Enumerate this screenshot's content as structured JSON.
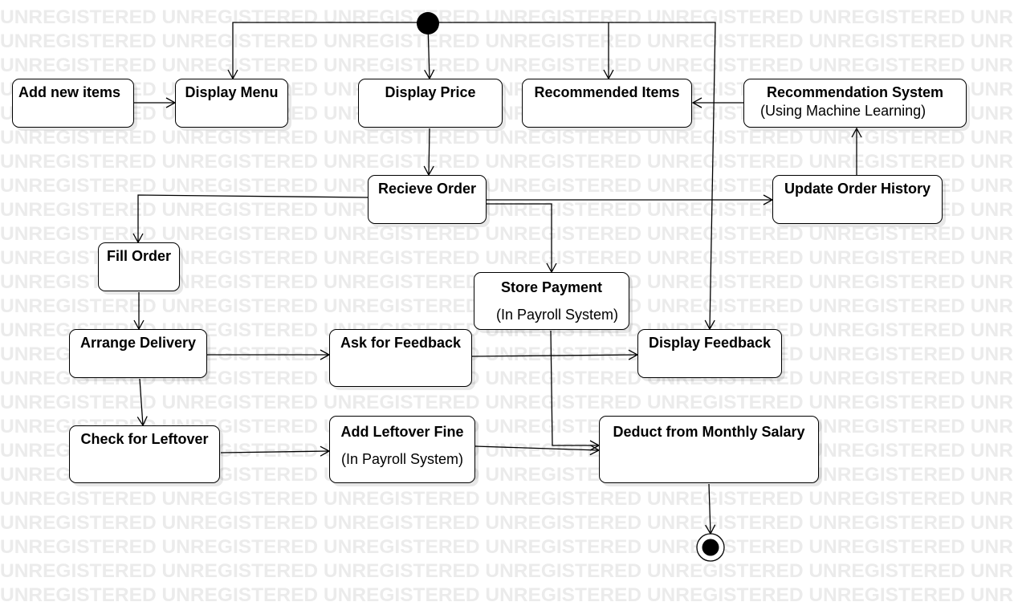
{
  "watermark": "UNREGISTERED",
  "nodes": {
    "add_new_items": "Add new items",
    "display_menu": "Display Menu",
    "display_price": "Display Price",
    "recommended_items": "Recommended Items",
    "recommendation_system": "Recommendation System",
    "recommendation_system_sub": "(Using Machine Learning)",
    "recieve_order": "Recieve Order",
    "update_order_history": "Update Order History",
    "fill_order": "Fill Order",
    "store_payment": "Store Payment",
    "store_payment_sub": "(In Payroll System)",
    "arrange_delivery": "Arrange Delivery",
    "ask_for_feedback": "Ask for Feedback",
    "display_feedback": "Display Feedback",
    "check_for_leftover": "Check for Leftover",
    "add_leftover_fine": "Add Leftover Fine",
    "add_leftover_fine_sub": "(In Payroll System)",
    "deduct_from_monthly_salary": "Deduct from Monthly Salary"
  },
  "colors": {
    "stroke": "#000000",
    "background": "#ffffff",
    "watermark": "#ebebeb"
  }
}
